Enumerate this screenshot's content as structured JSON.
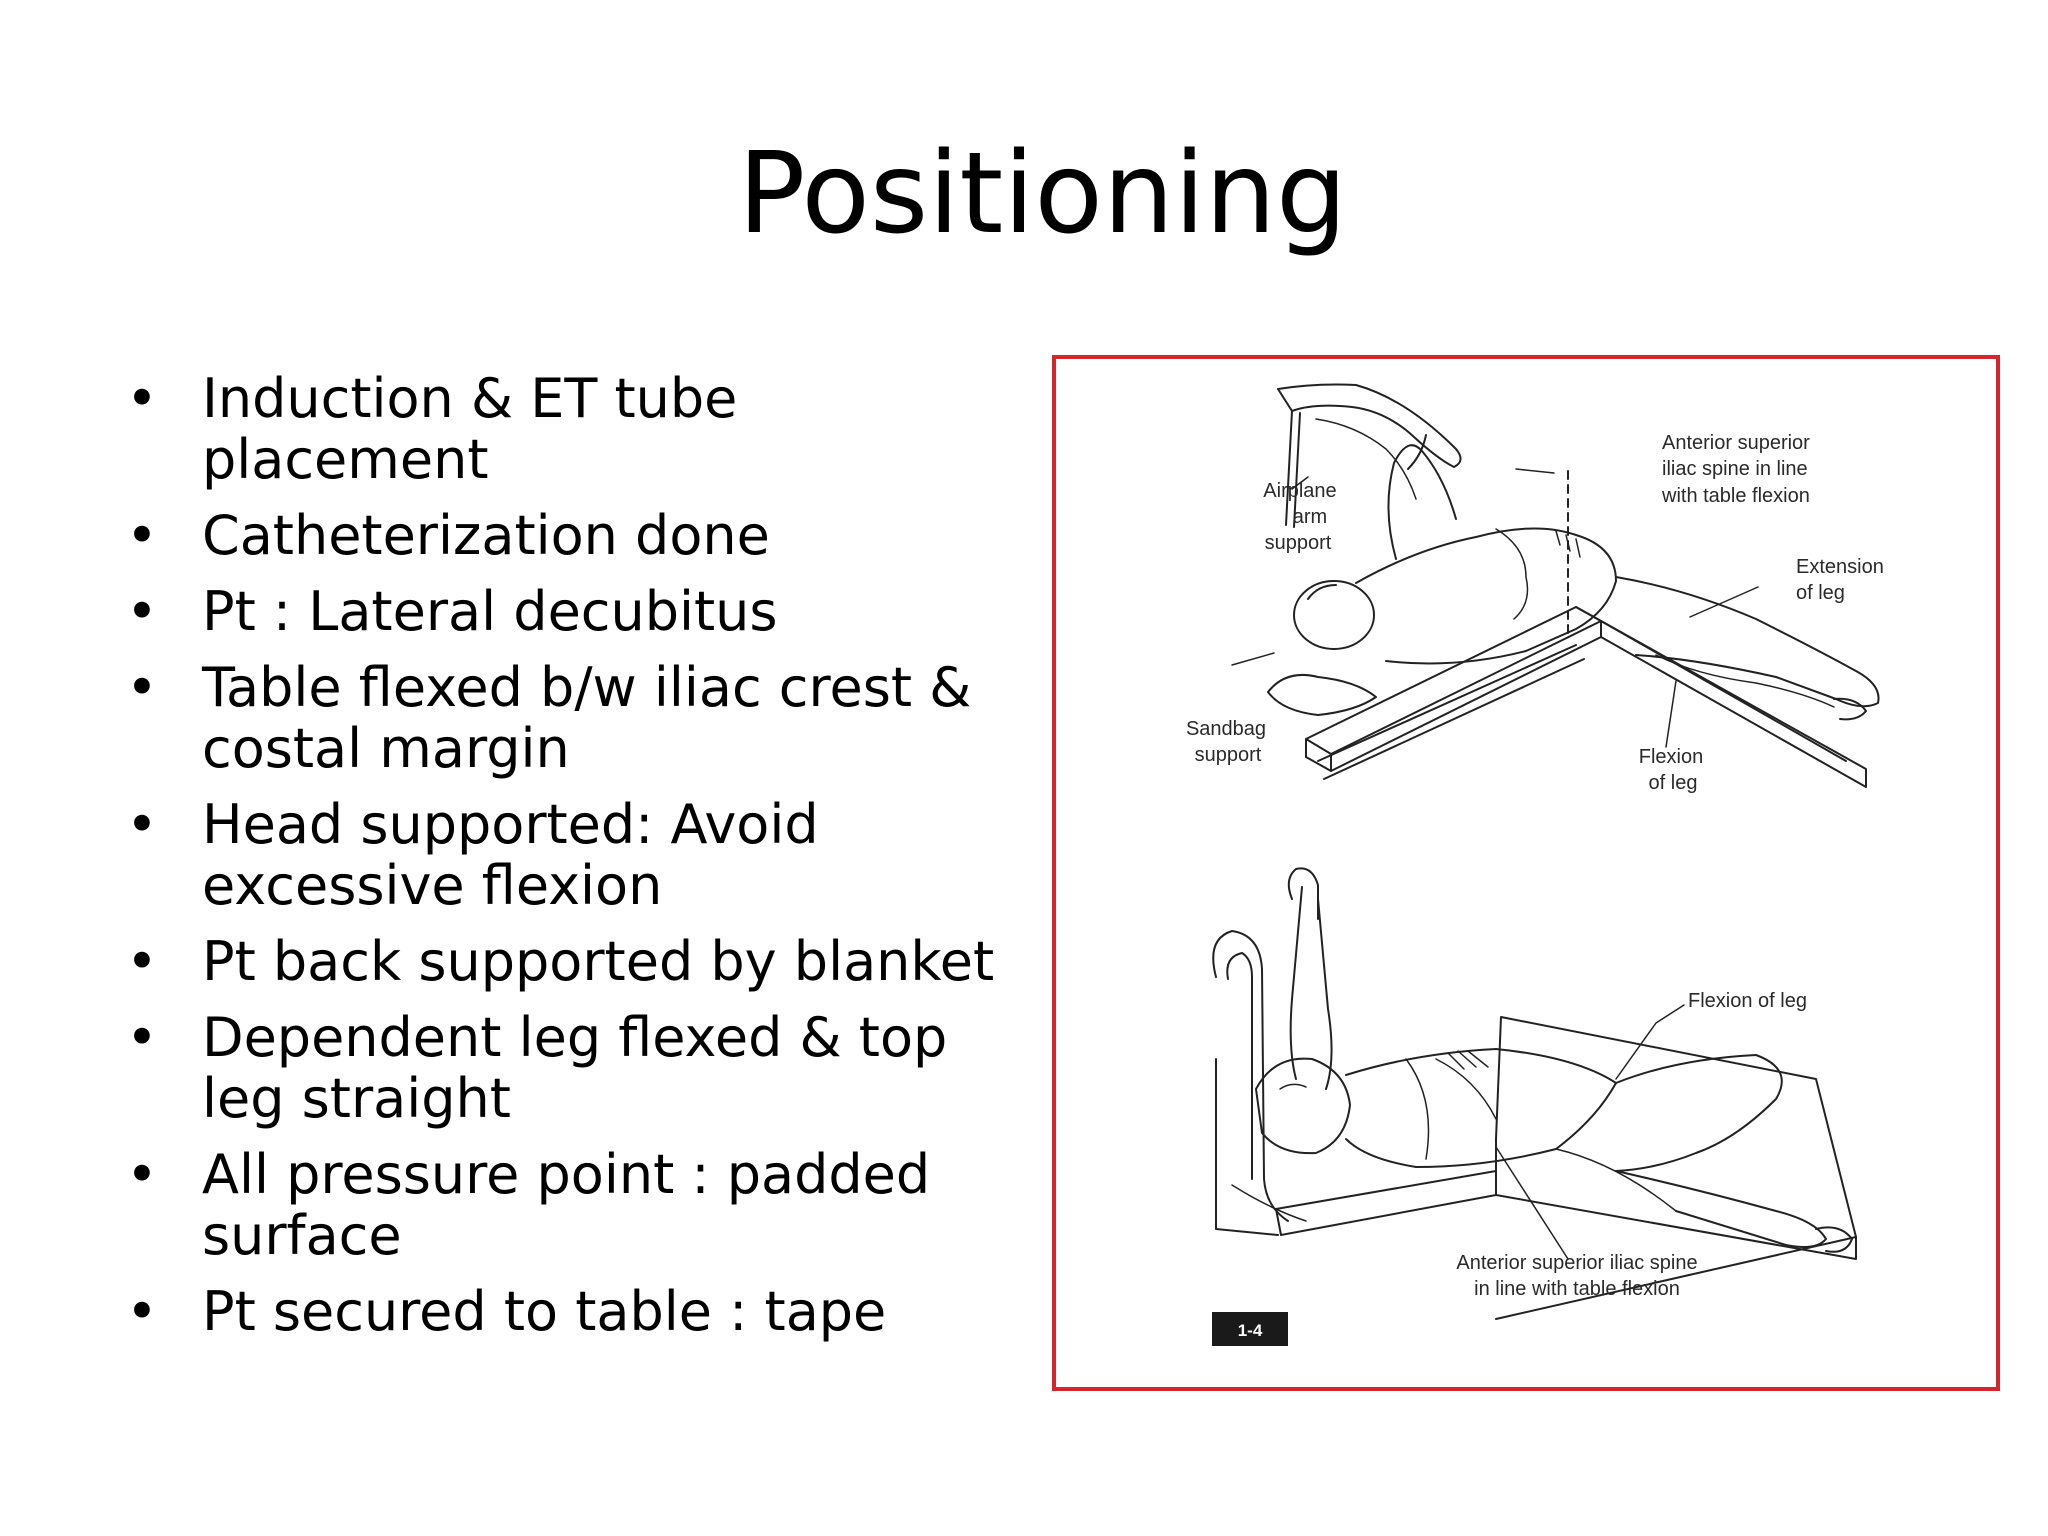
{
  "slide": {
    "title": "Positioning",
    "bullets": [
      {
        "lines": [
          "Induction & ET tube",
          "placement"
        ]
      },
      {
        "lines": [
          "Catheterization done"
        ]
      },
      {
        "lines": [
          "Pt : Lateral decubitus"
        ]
      },
      {
        "lines": [
          "Table flexed b/w iliac crest &",
          "costal margin"
        ]
      },
      {
        "lines": [
          "Head supported: Avoid",
          "excessive flexion"
        ]
      },
      {
        "lines": [
          "Pt back supported by blanket"
        ]
      },
      {
        "lines": [
          "Dependent leg flexed & top",
          "leg straight"
        ]
      },
      {
        "lines": [
          "All pressure point : padded",
          "surface"
        ]
      },
      {
        "lines": [
          "Pt secured to table :  tape"
        ]
      }
    ]
  },
  "figure": {
    "border_color": "#d6262b",
    "labels": {
      "airplane": [
        "Airplane",
        "arm",
        "support"
      ],
      "asis_top": [
        "Anterior superior",
        "iliac spine in line",
        "with table flexion"
      ],
      "extension": [
        "Extension",
        "of leg"
      ],
      "sandbag": [
        "Sandbag",
        "support"
      ],
      "flexion_top": [
        "Flexion",
        "of leg"
      ],
      "flexion_bottom": "Flexion of leg",
      "asis_bottom": [
        "Anterior superior iliac spine",
        "in line with table flexion"
      ],
      "tag": "1-4"
    }
  }
}
